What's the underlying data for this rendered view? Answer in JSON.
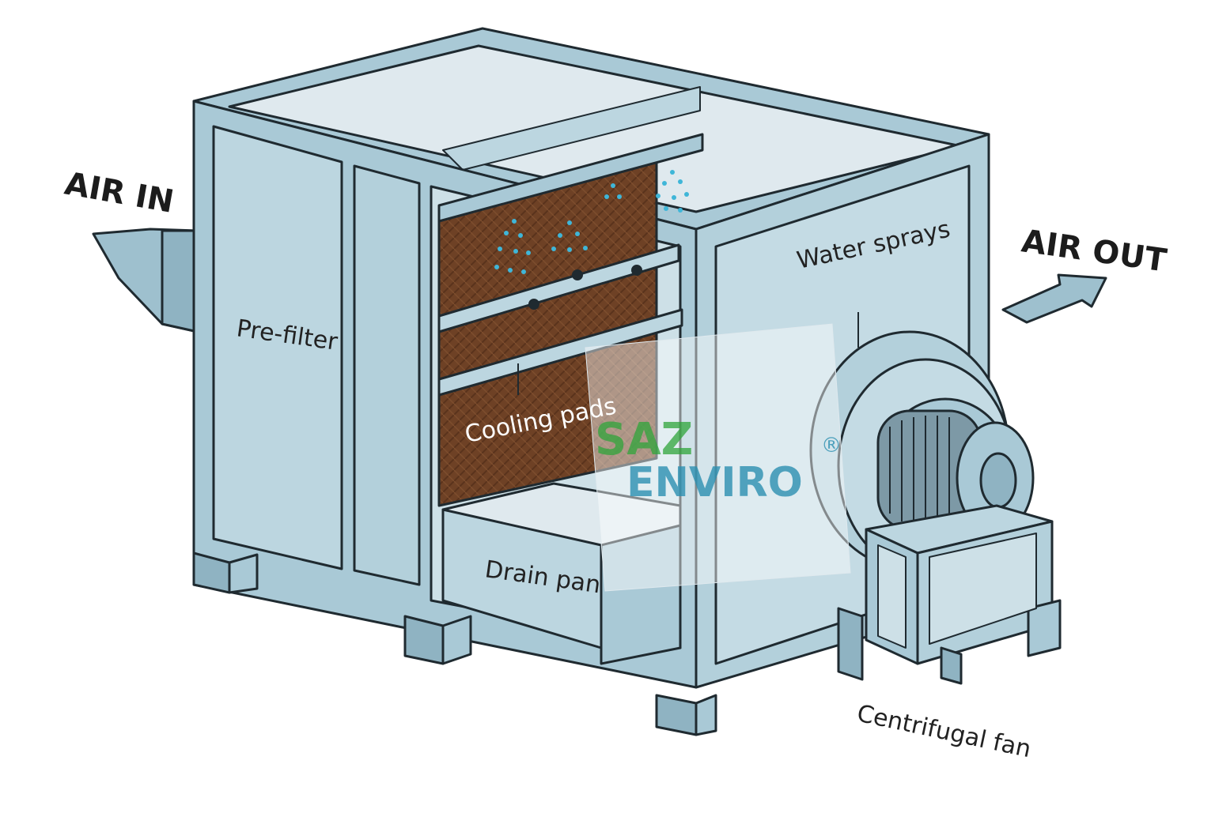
{
  "labels": {
    "air_in": "AIR IN",
    "air_out": "AIR OUT",
    "pre_filter": "Pre-filter",
    "cooling_pads": "Cooling pads",
    "water_sprays": "Water sprays",
    "drain_pan": "Drain pan",
    "centrifugal_fan": "Centrifugal fan"
  },
  "watermark": {
    "line1": "SAZ",
    "line2": "ENVIRO",
    "mark": "®"
  },
  "colors": {
    "frame": "#a9c9d6",
    "frame_dark": "#8fb3c2",
    "panel": "#bcd6e0",
    "pad": "#6b3e22",
    "water": "#3fb6d8",
    "watermark_green": "#2fa43a",
    "watermark_teal": "#2a8fb0"
  }
}
